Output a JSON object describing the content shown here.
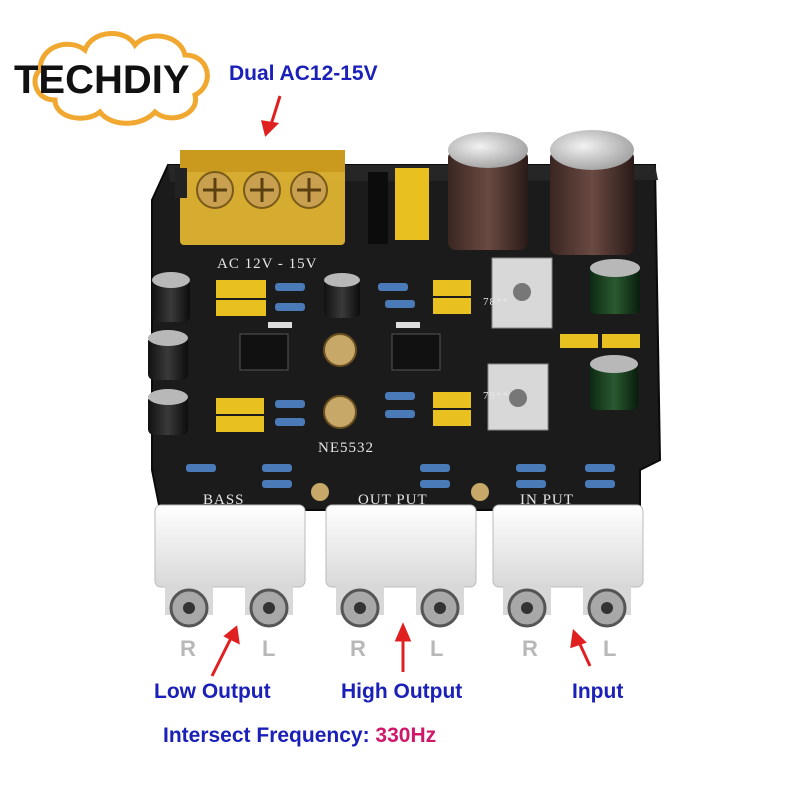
{
  "brand": {
    "logo_text": "TECHDIY",
    "logo_color_orange": "#f0a830",
    "logo_color_text": "#111111"
  },
  "callouts": {
    "power": "Dual AC12-15V",
    "low_output": "Low Output",
    "high_output": "High Output",
    "input": "Input",
    "frequency_label": "Intersect Frequency:",
    "frequency_value": "330Hz",
    "label_color": "#1a20b8",
    "value_color": "#d0186a",
    "arrow_color": "#e02020"
  },
  "channel_labels": {
    "r": "R",
    "l": "L"
  },
  "board_silkscreen": {
    "power_label": "AC 12V - 15V",
    "chip": "NE5532",
    "bass": "BASS",
    "output": "OUT PUT",
    "input": "IN PUT",
    "reg_top": "78**",
    "reg_bottom": "79**"
  }
}
